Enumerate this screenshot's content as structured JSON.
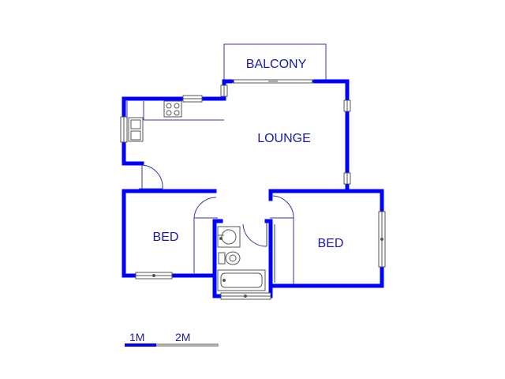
{
  "rooms": {
    "balcony": "BALCONY",
    "lounge": "LOUNGE",
    "bed_left": "BED",
    "bed_right": "BED"
  },
  "scale_bar": {
    "label_1": "1M",
    "label_2": "2M"
  },
  "colors": {
    "wall": "#0000ff",
    "line": "#3333aa",
    "text": "#1a1aa6",
    "fixture": "#555555",
    "scale_dark": "#0000ff",
    "scale_light": "#aaaaaa"
  }
}
